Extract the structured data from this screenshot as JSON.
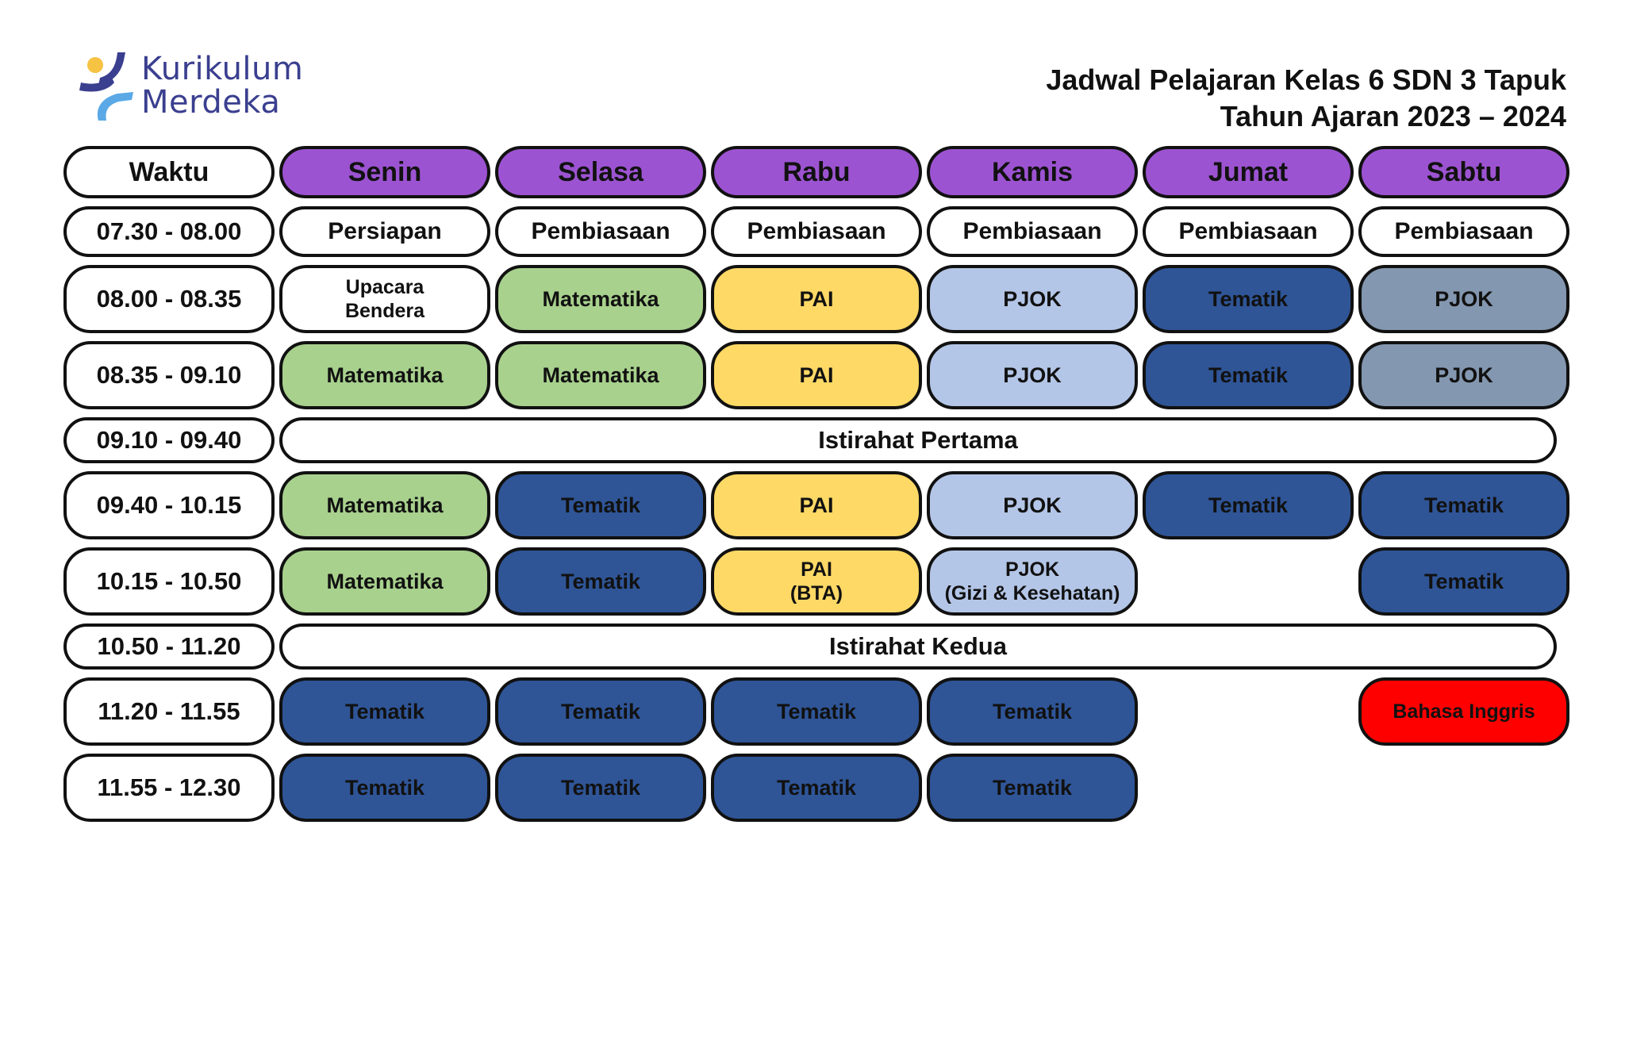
{
  "logo": {
    "line1": "Kurikulum",
    "line2": "Merdeka"
  },
  "title": {
    "line1": "Jadwal Pelajaran Kelas 6 SDN 3 Tapuk",
    "line2": "Tahun Ajaran 2023 – 2024"
  },
  "colors": {
    "header_day": "#9c53d1",
    "matematika": "#a8d18d",
    "pai": "#ffd966",
    "pjok_light": "#b4c6e7",
    "tematik": "#2f5597",
    "pjok_gray": "#8497b0",
    "bahasa_inggris": "#ff0000",
    "white": "#ffffff"
  },
  "header": {
    "time_label": "Waktu",
    "days": [
      "Senin",
      "Selasa",
      "Rabu",
      "Kamis",
      "Jumat",
      "Sabtu"
    ]
  },
  "rows": [
    {
      "time": "07.30 - 08.00",
      "kind": "std",
      "cells": [
        {
          "text": "Persiapan",
          "color": "white"
        },
        {
          "text": "Pembiasaan",
          "color": "white"
        },
        {
          "text": "Pembiasaan",
          "color": "white"
        },
        {
          "text": "Pembiasaan",
          "color": "white"
        },
        {
          "text": "Pembiasaan",
          "color": "white"
        },
        {
          "text": "Pembiasaan",
          "color": "white"
        }
      ]
    },
    {
      "time": "08.00 - 08.35",
      "kind": "tall",
      "cells": [
        {
          "text": "Upacara\nBendera",
          "color": "white",
          "small": true
        },
        {
          "text": "Matematika",
          "color": "matematika"
        },
        {
          "text": "PAI",
          "color": "pai"
        },
        {
          "text": "PJOK",
          "color": "pjok_light"
        },
        {
          "text": "Tematik",
          "color": "tematik"
        },
        {
          "text": "PJOK",
          "color": "pjok_gray"
        }
      ]
    },
    {
      "time": "08.35 - 09.10",
      "kind": "tall",
      "cells": [
        {
          "text": "Matematika",
          "color": "matematika"
        },
        {
          "text": "Matematika",
          "color": "matematika"
        },
        {
          "text": "PAI",
          "color": "pai"
        },
        {
          "text": "PJOK",
          "color": "pjok_light"
        },
        {
          "text": "Tematik",
          "color": "tematik"
        },
        {
          "text": "PJOK",
          "color": "pjok_gray"
        }
      ]
    },
    {
      "time": "09.10 - 09.40",
      "kind": "brk",
      "break": "Istirahat Pertama"
    },
    {
      "time": "09.40 - 10.15",
      "kind": "tall",
      "cells": [
        {
          "text": "Matematika",
          "color": "matematika"
        },
        {
          "text": "Tematik",
          "color": "tematik"
        },
        {
          "text": "PAI",
          "color": "pai"
        },
        {
          "text": "PJOK",
          "color": "pjok_light"
        },
        {
          "text": "Tematik",
          "color": "tematik"
        },
        {
          "text": "Tematik",
          "color": "tematik"
        }
      ]
    },
    {
      "time": "10.15 - 10.50",
      "kind": "tall",
      "cells": [
        {
          "text": "Matematika",
          "color": "matematika"
        },
        {
          "text": "Tematik",
          "color": "tematik"
        },
        {
          "text": "PAI\n(BTA)",
          "color": "pai",
          "small": true
        },
        {
          "text": "PJOK\n(Gizi & Kesehatan)",
          "color": "pjok_light",
          "small": true
        },
        null,
        {
          "text": "Tematik",
          "color": "tematik"
        }
      ]
    },
    {
      "time": "10.50 - 11.20",
      "kind": "brk",
      "break": "Istirahat Kedua"
    },
    {
      "time": "11.20 - 11.55",
      "kind": "tall",
      "cells": [
        {
          "text": "Tematik",
          "color": "tematik"
        },
        {
          "text": "Tematik",
          "color": "tematik"
        },
        {
          "text": "Tematik",
          "color": "tematik"
        },
        {
          "text": "Tematik",
          "color": "tematik"
        },
        null,
        {
          "text": "Bahasa Inggris",
          "color": "bahasa_inggris"
        }
      ]
    },
    {
      "time": "11.55 - 12.30",
      "kind": "tall",
      "cells": [
        {
          "text": "Tematik",
          "color": "tematik"
        },
        {
          "text": "Tematik",
          "color": "tematik"
        },
        {
          "text": "Tematik",
          "color": "tematik"
        },
        {
          "text": "Tematik",
          "color": "tematik"
        },
        null,
        null
      ]
    }
  ]
}
